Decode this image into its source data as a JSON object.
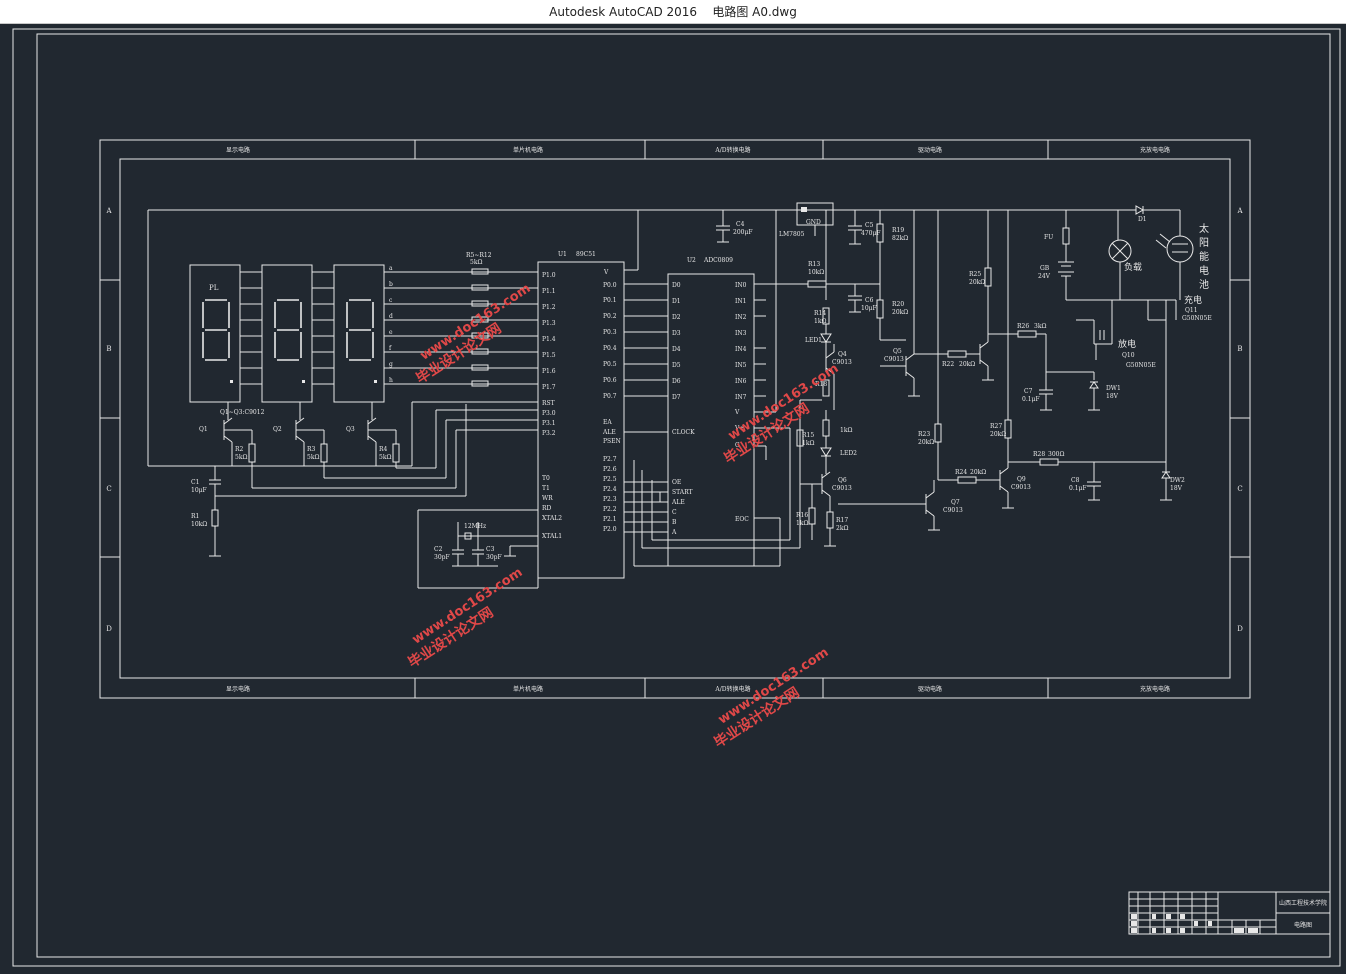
{
  "window": {
    "title": "Autodesk AutoCAD 2016    电路图 A0.dwg"
  },
  "sections": [
    "显示电路",
    "单片机电路",
    "A/D转换电路",
    "驱动电路",
    "充放电电路"
  ],
  "row_labels": [
    "A",
    "B",
    "C",
    "D"
  ],
  "chips": {
    "u1": {
      "ref": "U1",
      "name": "89C51",
      "pins_left": [
        "P1.0",
        "P1.1",
        "P1.2",
        "P1.3",
        "P1.4",
        "P1.5",
        "P1.6",
        "P1.7",
        "RST",
        "P3.0",
        "P3.1",
        "P3.2",
        "T0",
        "T1",
        "WR",
        "RD",
        "XTAL2",
        "XTAL1"
      ],
      "pins_right": [
        "P0.0",
        "P0.1",
        "P0.2",
        "P0.3",
        "P0.4",
        "P0.5",
        "P0.6",
        "P0.7",
        "EA",
        "ALE",
        "PSEN",
        "P2.7",
        "P2.6",
        "P2.5",
        "P2.4",
        "P2.3",
        "P2.2",
        "P2.1",
        "P2.0"
      ],
      "vcc": "V"
    },
    "u2": {
      "ref": "U2",
      "name": "ADC0809",
      "pins_left": [
        "D0",
        "D1",
        "D2",
        "D3",
        "D4",
        "D5",
        "D6",
        "D7",
        "CLOCK",
        "OE",
        "START",
        "ALE",
        "C",
        "B",
        "A"
      ],
      "pins_right": [
        "IN0",
        "IN1",
        "IN2",
        "IN3",
        "IN4",
        "IN5",
        "IN6",
        "IN7",
        "V",
        "V+",
        "G",
        "EOC"
      ]
    }
  },
  "labels": {
    "pl": "PL",
    "q1_q3": "Q1~Q3:C9012",
    "q1": "Q1",
    "q2": "Q2",
    "q3": "Q3",
    "r2": "R2",
    "r2v": "5kΩ",
    "r3": "R3",
    "r3v": "5kΩ",
    "r4": "R4",
    "r4v": "5kΩ",
    "r5_12": "R5~R12",
    "r5_12v": "5kΩ",
    "c1": "C1",
    "c1v": "10μF",
    "r1": "R1",
    "r1v": "10kΩ",
    "c2": "C2",
    "c2v": "30pF",
    "c3": "C3",
    "c3v": "30pF",
    "xtal": "12MHz",
    "c4": "C4",
    "c4v": "200μF",
    "lm": "LM7805",
    "gnd": "GND",
    "c5": "C5",
    "c5v": "470μF",
    "r19": "R19",
    "r19v": "82kΩ",
    "r13": "R13",
    "r13v": "10kΩ",
    "c6": "C6",
    "c6v": "10μF",
    "r20": "R20",
    "r20v": "20kΩ",
    "r14": "R14",
    "r14v": "1kΩ",
    "led1": "LED1",
    "q4": "Q4",
    "q4v": "C9013",
    "q5": "Q5",
    "q5v": "C9013",
    "r18": "R18",
    "r15": "R15",
    "r15v": "1kΩ",
    "led2": "LED2",
    "q6": "Q6",
    "q6v": "C9013",
    "r16": "R16",
    "r16v": "1kΩ",
    "r17": "R17",
    "r17v": "2kΩ",
    "r1k": "1kΩ",
    "r22": "R22",
    "r22v": "20kΩ",
    "r23": "R23",
    "r23v": "20kΩ",
    "r24": "R24",
    "r24v": "20kΩ",
    "q7": "Q7",
    "q7v": "C9013",
    "q9": "Q9",
    "q9v": "C9013",
    "r25": "R25",
    "r25v": "20kΩ",
    "r26": "R26",
    "r26v": "3kΩ",
    "r27": "R27",
    "r27v": "20kΩ",
    "r28": "R28",
    "r28v": "300Ω",
    "c7": "C7",
    "c7v": "0.1μF",
    "c8": "C8",
    "c8v": "0.1μF",
    "fu": "FU",
    "gb": "GB",
    "gbv": "24V",
    "d1": "D1",
    "load": "负载",
    "solar": [
      "太",
      "阳",
      "能",
      "电",
      "池"
    ],
    "charge": "充电",
    "q11": "Q11",
    "q11v": "G50N05E",
    "discharge": "放电",
    "q10": "Q10",
    "q10v": "G50N05E",
    "dw1": "DW1",
    "dw1v": "18V",
    "dw2": "DW2",
    "dw2v": "18V",
    "seg": [
      "a",
      "b",
      "c",
      "d",
      "e",
      "f",
      "g",
      "h"
    ]
  },
  "titleblock": {
    "school": "山西工程技术学院",
    "drawing": "电路图"
  },
  "watermark": {
    "cn": "毕业设计论文网",
    "url": "www.doc163.com"
  },
  "colors": {
    "background": "#212830",
    "line": "#e8e8e8",
    "watermark": "#e04848"
  }
}
